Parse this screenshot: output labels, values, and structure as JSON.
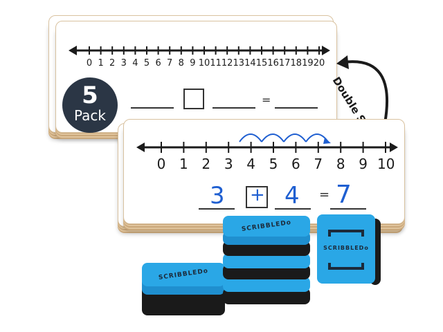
{
  "top_board": {
    "ticks": [
      "0",
      "1",
      "2",
      "3",
      "4",
      "5",
      "6",
      "7",
      "8",
      "9",
      "10",
      "11",
      "12",
      "13",
      "14",
      "15",
      "16",
      "17",
      "18",
      "19",
      "20"
    ],
    "equals": "="
  },
  "pack_badge": {
    "number": "5",
    "label": "Pack"
  },
  "double_sided": "Double Sided",
  "bottom_board": {
    "ticks": [
      "0",
      "1",
      "2",
      "3",
      "4",
      "5",
      "6",
      "7",
      "8",
      "9",
      "10"
    ],
    "left_number": "3",
    "operator": "+",
    "right_number": "4",
    "equals": "=",
    "result": "7"
  },
  "erasers": {
    "brand": "SCRIBBLEDo"
  },
  "colors": {
    "eraser_blue": "#2aa7e6",
    "eraser_black": "#1a1a1a",
    "marker_blue": "#1f5fd1",
    "badge": "#2b3645",
    "board_edge": "#d9b98c"
  }
}
